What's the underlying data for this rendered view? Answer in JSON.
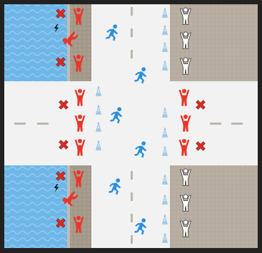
{
  "figure": {
    "colors": {
      "frame": "#222222",
      "water": "#6fb7e8",
      "water_light": "#a8d7f4",
      "shore": "#a49a8b",
      "shore_edge": "#c4bbb0",
      "pavement": "#f2f2f2",
      "ground_right": "#b7aea1",
      "lane_mark": "#bdb6aa",
      "red_person": "#e8362a",
      "blue_person": "#2a8fe0",
      "white_person": "#ffffff",
      "cross": "#e02a20",
      "cone": "#a9cde8"
    },
    "icons": {
      "forbidden_person": "person-arms-up-red",
      "cross_mark": "x-cross",
      "falling_person": "person-falling-red",
      "lightning": "lightning-bolt",
      "running_person": "person-running-blue",
      "allowed_person": "person-arms-up-white",
      "cone": "traffic-cone"
    }
  }
}
